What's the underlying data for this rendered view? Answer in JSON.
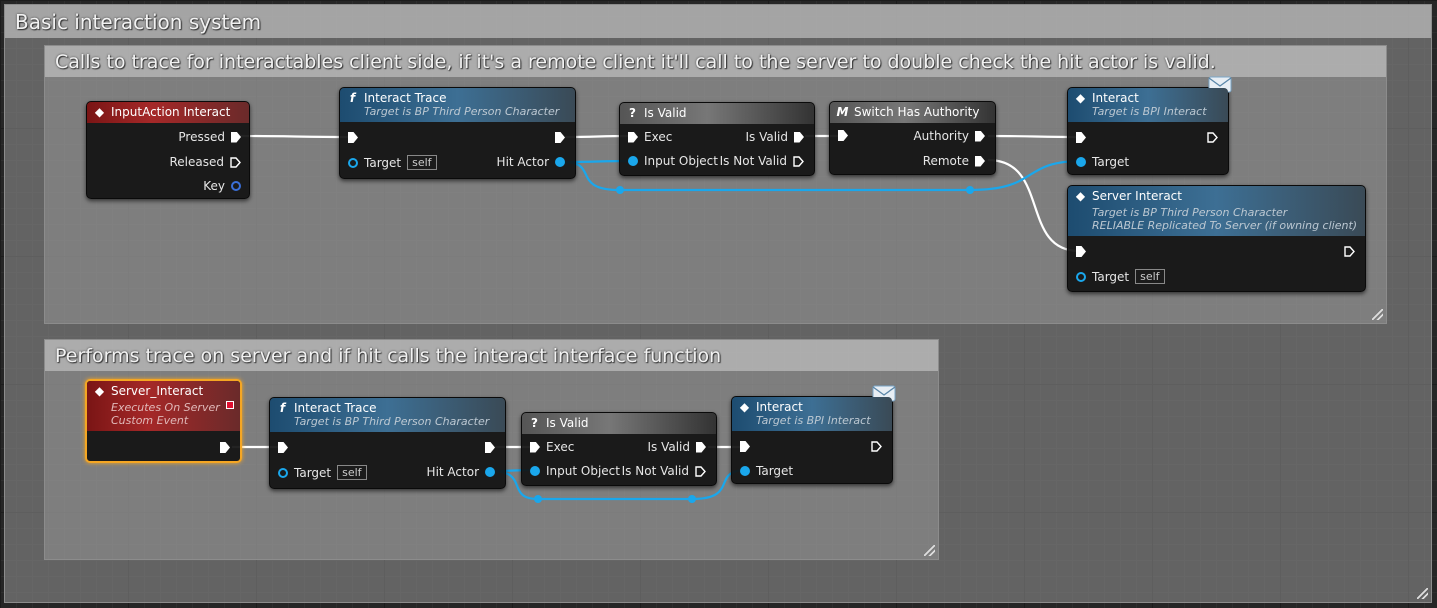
{
  "outer_comment": {
    "title": "Basic interaction system"
  },
  "client_comment": {
    "title": "Calls to trace for interactables client side, if it's a remote client it'll call to the server to double check the hit actor is valid."
  },
  "server_comment": {
    "title": "Performs trace on server and if hit calls the interact interface function"
  },
  "colors": {
    "exec_wire": "#ffffff",
    "object_wire": "#1aa7ec",
    "event_header": "#a52828",
    "function_header": "#3d6f94",
    "selection": "#f5a623"
  },
  "client_nodes": {
    "input_action": {
      "title": "InputAction Interact",
      "pins": [
        "Pressed",
        "Released",
        "Key"
      ]
    },
    "interact_trace": {
      "title": "Interact Trace",
      "subtitle": "Target is BP Third Person Character",
      "target": "Target",
      "self": "self",
      "hit_actor": "Hit Actor"
    },
    "is_valid": {
      "title": "Is Valid",
      "exec": "Exec",
      "input_object": "Input Object",
      "valid": "Is Valid",
      "not_valid": "Is Not Valid"
    },
    "switch_authority": {
      "title": "Switch Has Authority",
      "authority": "Authority",
      "remote": "Remote"
    },
    "interact": {
      "title": "Interact",
      "subtitle": "Target is BPI Interact",
      "target": "Target"
    },
    "server_interact": {
      "title": "Server Interact",
      "subtitle": "Target is BP Third Person Character",
      "subtitle2": "RELIABLE Replicated To Server (if owning client)",
      "target": "Target",
      "self": "self"
    }
  },
  "server_nodes": {
    "event": {
      "title": "Server_Interact",
      "subtitle": "Executes On Server",
      "subtitle2": "Custom Event"
    },
    "interact_trace": {
      "title": "Interact Trace",
      "subtitle": "Target is BP Third Person Character",
      "target": "Target",
      "self": "self",
      "hit_actor": "Hit Actor"
    },
    "is_valid": {
      "title": "Is Valid",
      "exec": "Exec",
      "input_object": "Input Object",
      "valid": "Is Valid",
      "not_valid": "Is Not Valid"
    },
    "interact": {
      "title": "Interact",
      "subtitle": "Target is BPI Interact",
      "target": "Target"
    }
  }
}
